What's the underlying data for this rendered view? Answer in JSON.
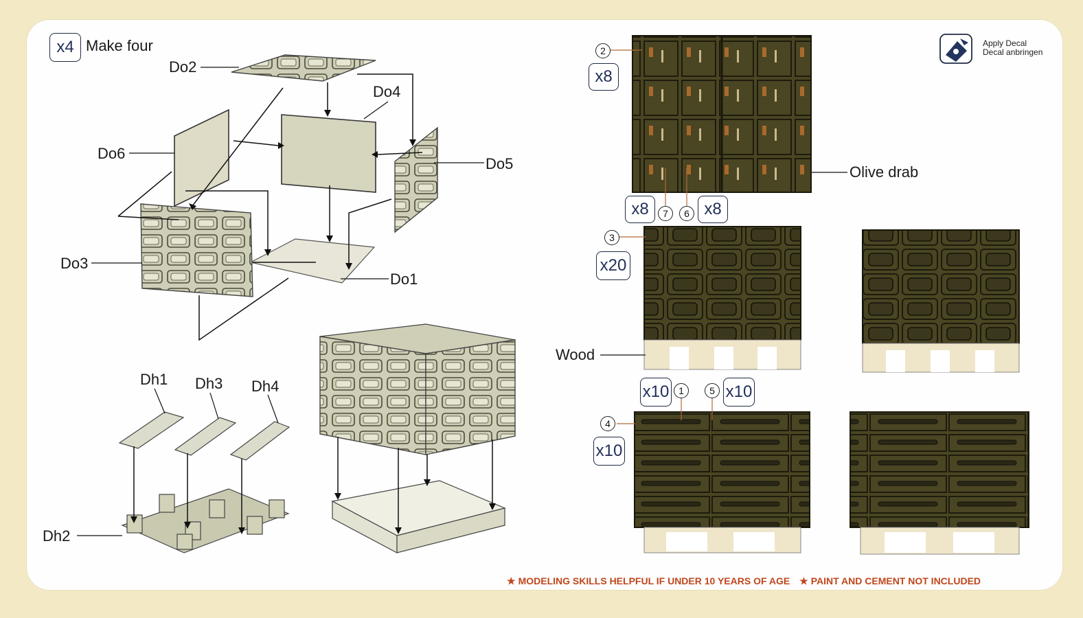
{
  "header": {
    "multiplier": "x4",
    "instruction": "Make four"
  },
  "parts": {
    "do1": "Do1",
    "do2": "Do2",
    "do3": "Do3",
    "do4": "Do4",
    "do5": "Do5",
    "do6": "Do6",
    "dh1": "Dh1",
    "dh2": "Dh2",
    "dh3": "Dh3",
    "dh4": "Dh4"
  },
  "decal_note": {
    "line1": "Apply Decal",
    "line2": "Decal anbringen"
  },
  "colors_text": {
    "olive": "Olive drab",
    "wood": "Wood"
  },
  "quantities": {
    "q_top_decal2": "x8",
    "q_bottom_left": "x8",
    "q_bottom_right": "x8",
    "q_mid": "x20",
    "q_row3_left": "x10",
    "q_row3_right": "x10",
    "q_row3_side": "x10"
  },
  "callouts": {
    "c1": "1",
    "c2": "2",
    "c3": "3",
    "c4": "4",
    "c5": "5",
    "c6": "6",
    "c7": "7"
  },
  "footer": {
    "warning1": "MODELING SKILLS HELPFUL IF UNDER 10 YEARS OF AGE",
    "warning2": "PAINT AND CEMENT NOT INCLUDED"
  },
  "palette": {
    "olive": "#4a4522",
    "olive_dark": "#35321a",
    "part": "#d5d4bd",
    "wood": "#eee3c3",
    "accent": "#c0461c",
    "background": "#f3e9c4"
  }
}
